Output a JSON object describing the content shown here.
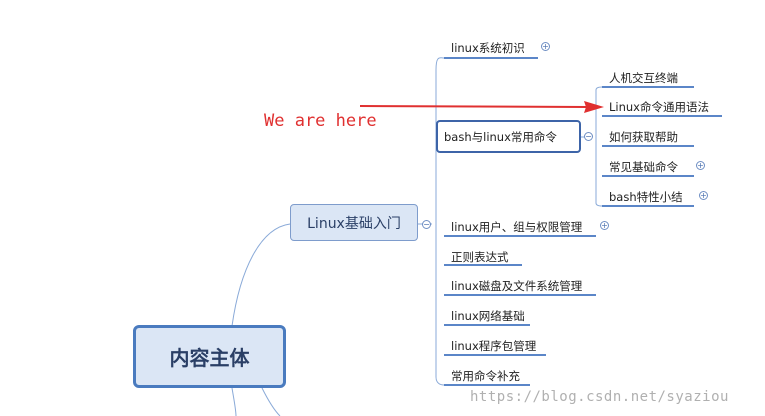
{
  "root": {
    "label": "内容主体"
  },
  "level1": {
    "label": "Linux基础入门"
  },
  "branches": [
    {
      "label": "linux系统初识",
      "expand": "+"
    },
    {
      "label": "bash与linux常用命令",
      "expand": "−"
    },
    {
      "label": "linux用户、组与权限管理",
      "expand": "+"
    },
    {
      "label": "正则表达式"
    },
    {
      "label": "linux磁盘及文件系统管理"
    },
    {
      "label": "linux网络基础"
    },
    {
      "label": "linux程序包管理"
    },
    {
      "label": "常用命令补充"
    }
  ],
  "sub_branches": [
    {
      "label": "人机交互终端"
    },
    {
      "label": "Linux命令通用语法"
    },
    {
      "label": "如何获取帮助"
    },
    {
      "label": "常见基础命令",
      "expand": "+"
    },
    {
      "label": "bash特性小结",
      "expand": "+"
    }
  ],
  "annotation": {
    "text": "We are here",
    "color": "#e03030"
  },
  "watermark": {
    "text": "https://blog.csdn.net/syaziou"
  },
  "colors": {
    "line": "#5b86c8",
    "node_fill": "#dbe6f5",
    "root_border": "#4a7bbf",
    "arrow": "#e03030"
  }
}
